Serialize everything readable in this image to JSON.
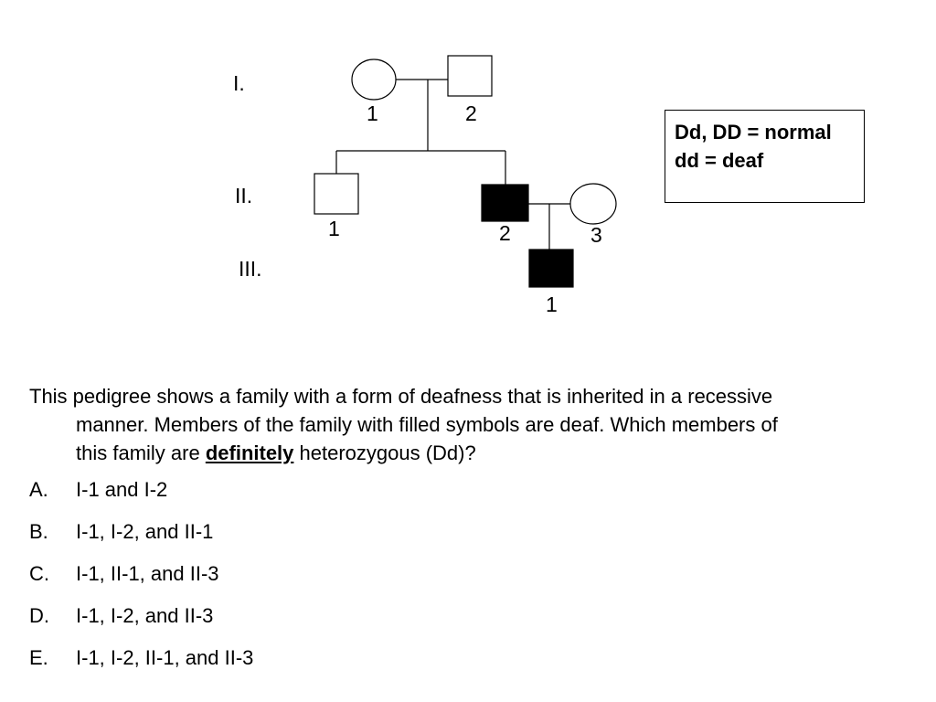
{
  "pedigree": {
    "generations": [
      "I.",
      "II.",
      "III."
    ],
    "individuals": [
      {
        "id": "I-1",
        "label": "1",
        "sex": "female",
        "affected": false
      },
      {
        "id": "I-2",
        "label": "2",
        "sex": "male",
        "affected": false
      },
      {
        "id": "II-1",
        "label": "1",
        "sex": "male",
        "affected": false
      },
      {
        "id": "II-2",
        "label": "2",
        "sex": "male",
        "affected": true
      },
      {
        "id": "II-3",
        "label": "3",
        "sex": "female",
        "affected": false
      },
      {
        "id": "III-1",
        "label": "1",
        "sex": "male",
        "affected": true
      }
    ],
    "colors": {
      "affected_fill": "#000000",
      "unaffected_fill": "#ffffff",
      "line": "#000000"
    }
  },
  "legend": {
    "line1": "Dd, DD = normal",
    "line2": "dd = deaf"
  },
  "question": {
    "stem_part1": "This pedigree shows a family with a form of deafness that is inherited in a recessive manner.  Members of the family with filled symbols are deaf.  Which members of this family are ",
    "stem_emphasis": "definitely",
    "stem_part2": " heterozygous (Dd)?",
    "options": [
      {
        "letter": "A.",
        "text": "I-1 and I-2"
      },
      {
        "letter": "B.",
        "text": "I-1, I-2, and II-1"
      },
      {
        "letter": "C.",
        "text": "I-1, II-1, and II-3"
      },
      {
        "letter": "D.",
        "text": "I-1, I-2, and II-3"
      },
      {
        "letter": "E.",
        "text": "I-1, I-2, II-1, and II-3"
      }
    ]
  }
}
